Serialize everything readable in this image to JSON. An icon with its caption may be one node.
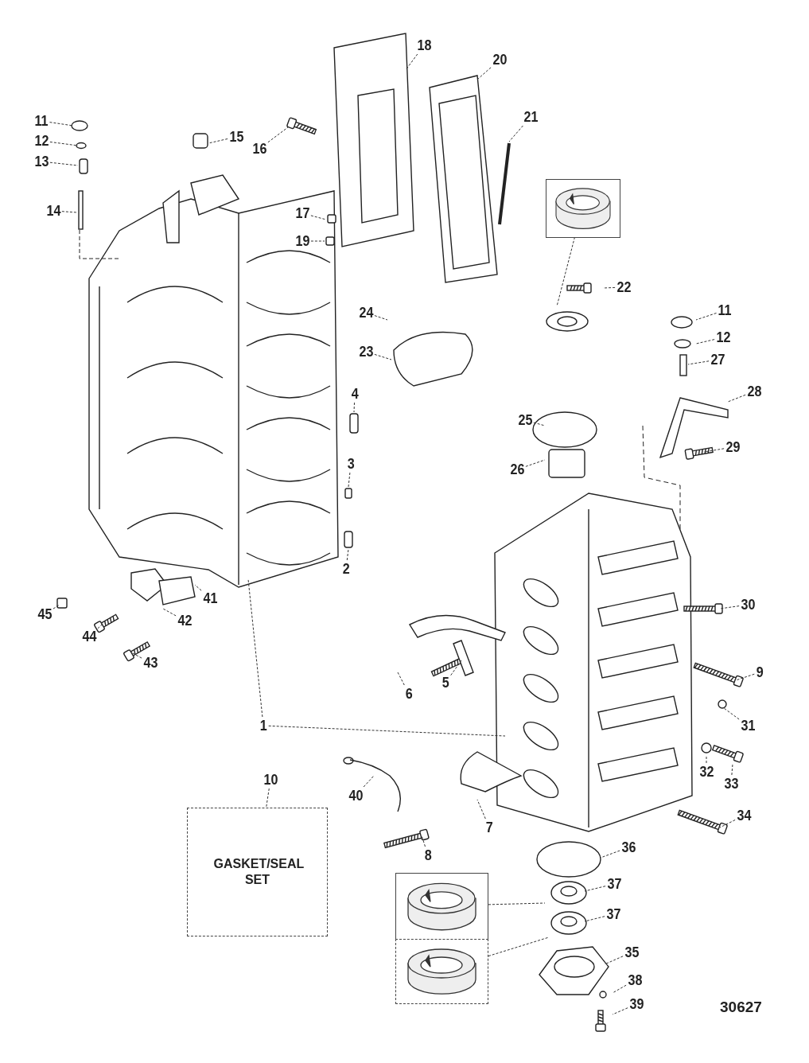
{
  "diagram": {
    "nodes": [
      {
        "text": [
          "18"
        ]
      },
      {
        "text": [
          "20"
        ]
      },
      {
        "text": [
          "11"
        ]
      },
      {
        "text": [
          "21"
        ]
      },
      {
        "text": [
          "15"
        ]
      },
      {
        "text": [
          "16"
        ]
      },
      {
        "text": [
          "12"
        ]
      },
      {
        "text": [
          "13"
        ]
      },
      {
        "text": [
          "14"
        ]
      },
      {
        "text": [
          "17"
        ]
      },
      {
        "text": [
          "19"
        ]
      },
      {
        "text": [],
        "shape": "picture"
      },
      {
        "text": [
          "22"
        ]
      },
      {
        "text": [
          "11"
        ]
      },
      {
        "text": [
          "24"
        ]
      },
      {
        "text": [
          "12"
        ]
      },
      {
        "text": [
          "27"
        ]
      },
      {
        "text": [
          "23"
        ]
      },
      {
        "text": [
          "28"
        ]
      },
      {
        "text": [
          "4"
        ]
      },
      {
        "text": [
          "25"
        ]
      },
      {
        "text": [
          "29"
        ]
      },
      {
        "text": [
          "3"
        ]
      },
      {
        "text": [
          "26"
        ]
      },
      {
        "text": [
          "2"
        ]
      },
      {
        "text": [
          "41"
        ]
      },
      {
        "text": [
          "30"
        ]
      },
      {
        "text": [
          "45"
        ]
      },
      {
        "text": [
          "42"
        ]
      },
      {
        "text": [
          "44"
        ]
      },
      {
        "text": [
          "43"
        ]
      },
      {
        "text": [
          "9"
        ]
      },
      {
        "text": [
          "6"
        ]
      },
      {
        "text": [
          "5"
        ]
      },
      {
        "text": [
          "1"
        ]
      },
      {
        "text": [
          "31"
        ]
      },
      {
        "text": [
          "10"
        ]
      },
      {
        "text": [
          "GASKET/SEAL SET"
        ]
      },
      {
        "text": [
          "40"
        ]
      },
      {
        "text": [
          "7"
        ]
      },
      {
        "text": [
          "32"
        ]
      },
      {
        "text": [
          "33"
        ]
      },
      {
        "text": [
          "8"
        ]
      },
      {
        "text": [
          "34"
        ]
      },
      {
        "text": [
          "36"
        ]
      },
      {
        "text": [
          "37"
        ]
      },
      {
        "text": [],
        "shape": "picture"
      },
      {
        "text": [
          "37"
        ]
      },
      {
        "text": [],
        "shape": "picture"
      },
      {
        "text": [
          "35"
        ]
      },
      {
        "text": [
          "38"
        ]
      },
      {
        "text": [
          "39"
        ]
      }
    ],
    "edges": [
      {
        "from": 0,
        "to": null,
        "arrow": "none"
      },
      {
        "from": 1,
        "to": null,
        "arrow": "none"
      },
      {
        "from": 2,
        "to": null,
        "arrow": "none"
      },
      {
        "from": 3,
        "to": null,
        "arrow": "none"
      },
      {
        "from": 4,
        "to": null,
        "arrow": "none"
      },
      {
        "from": 5,
        "to": null,
        "arrow": "none"
      },
      {
        "from": 6,
        "to": null,
        "arrow": "none"
      },
      {
        "from": 7,
        "to": null,
        "arrow": "none"
      },
      {
        "from": 8,
        "to": null,
        "arrow": "none"
      },
      {
        "from": 9,
        "to": null,
        "arrow": "none"
      },
      {
        "from": 10,
        "to": null,
        "arrow": "none"
      },
      {
        "from": 11,
        "to": null,
        "arrow": "none"
      },
      {
        "from": 12,
        "to": null,
        "arrow": "none"
      },
      {
        "from": 13,
        "to": null,
        "arrow": "none"
      },
      {
        "from": 14,
        "to": null,
        "arrow": "none"
      },
      {
        "from": 15,
        "to": null,
        "arrow": "none"
      },
      {
        "from": 16,
        "to": null,
        "arrow": "none"
      },
      {
        "from": 17,
        "to": null,
        "arrow": "none"
      },
      {
        "from": 18,
        "to": null,
        "arrow": "none"
      },
      {
        "from": 19,
        "to": null,
        "arrow": "none"
      },
      {
        "from": 20,
        "to": null,
        "arrow": "none"
      },
      {
        "from": 21,
        "to": null,
        "arrow": "none"
      },
      {
        "from": 22,
        "to": null,
        "arrow": "none"
      },
      {
        "from": 23,
        "to": null,
        "arrow": "none"
      },
      {
        "from": 24,
        "to": null,
        "arrow": "none"
      },
      {
        "from": 25,
        "to": null,
        "arrow": "none"
      },
      {
        "from": 26,
        "to": null,
        "arrow": "none"
      },
      {
        "from": 27,
        "to": null,
        "arrow": "none"
      },
      {
        "from": 28,
        "to": null,
        "arrow": "none"
      },
      {
        "from": 29,
        "to": null,
        "arrow": "none"
      },
      {
        "from": 30,
        "to": null,
        "arrow": "none"
      },
      {
        "from": 31,
        "to": null,
        "arrow": "none"
      },
      {
        "from": 32,
        "to": null,
        "arrow": "none"
      },
      {
        "from": 33,
        "to": null,
        "arrow": "none"
      },
      {
        "from": 34,
        "to": null,
        "arrow": "none"
      },
      {
        "from": 34,
        "to": null,
        "arrow": "none"
      },
      {
        "from": 35,
        "to": null,
        "arrow": "none"
      },
      {
        "from": 36,
        "to": 37,
        "arrow": "none"
      },
      {
        "from": 38,
        "to": null,
        "arrow": "none"
      },
      {
        "from": 39,
        "to": null,
        "arrow": "none"
      },
      {
        "from": 40,
        "to": null,
        "arrow": "none"
      },
      {
        "from": 41,
        "to": null,
        "arrow": "none"
      },
      {
        "from": 42,
        "to": null,
        "arrow": "none"
      },
      {
        "from": 43,
        "to": null,
        "arrow": "none"
      },
      {
        "from": 44,
        "to": null,
        "arrow": "none"
      },
      {
        "from": 45,
        "to": null,
        "arrow": "none"
      },
      {
        "from": 46,
        "to": null,
        "arrow": "none"
      },
      {
        "from": 47,
        "to": null,
        "arrow": "none"
      },
      {
        "from": 48,
        "to": null,
        "arrow": "none"
      },
      {
        "from": 49,
        "to": null,
        "arrow": "none"
      },
      {
        "from": 50,
        "to": null,
        "arrow": "none"
      },
      {
        "from": 51,
        "to": null,
        "arrow": "none"
      }
    ],
    "labels": [
      "30627"
    ]
  }
}
